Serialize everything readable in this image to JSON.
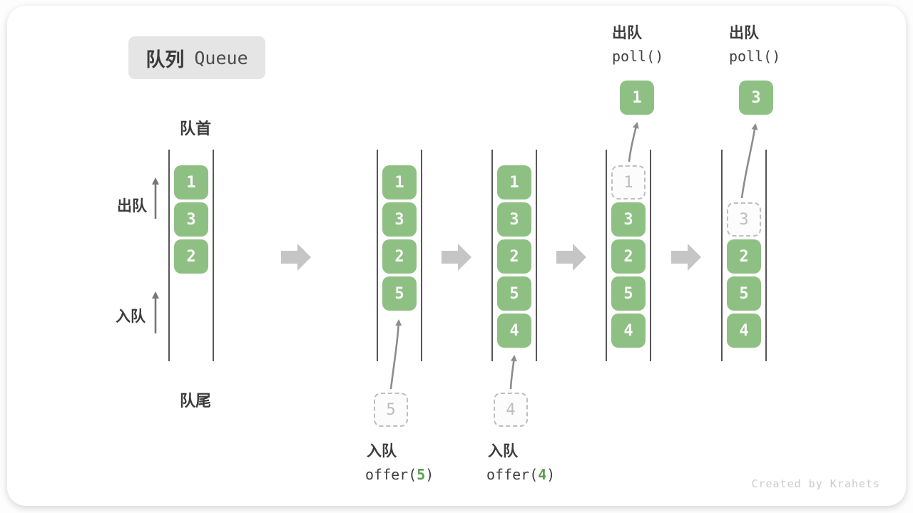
{
  "title": {
    "zh": "队列",
    "en": "Queue"
  },
  "front_label": "队首",
  "rear_label": "队尾",
  "side_labels": {
    "dequeue": "出队",
    "enqueue": "入队"
  },
  "footer_credit": "Created by Krahets",
  "icons": {
    "step": "right-block-arrow-icon",
    "flow": "up-arrow-icon"
  },
  "colors": {
    "cell_green": "#8FC083",
    "cell_text": "#FAFAFA",
    "dashed_fill": "#FCFCFC",
    "dashed_border": "#BEBEBE",
    "dashed_text": "#BDBDBD",
    "queue_line": "#565656",
    "step_arrow": "#C5C5C5",
    "flow_arrow": "#8C8C8C",
    "side_arrow": "#767676",
    "label_text": "#3C3C3C",
    "code_text": "#3F3F3F",
    "code_arg_green": "#5C9E50",
    "title_bg": "#E5E5E5",
    "footer_text": "#CBCBCB"
  },
  "states": [
    {
      "name": "initial",
      "cells": [
        {
          "value": "1",
          "row": 0,
          "style": "solid"
        },
        {
          "value": "3",
          "row": 1,
          "style": "solid"
        },
        {
          "value": "2",
          "row": 2,
          "style": "solid"
        }
      ]
    },
    {
      "name": "after-offer-5",
      "cells": [
        {
          "value": "1",
          "row": 0,
          "style": "solid"
        },
        {
          "value": "3",
          "row": 1,
          "style": "solid"
        },
        {
          "value": "2",
          "row": 2,
          "style": "solid"
        },
        {
          "value": "5",
          "row": 3,
          "style": "solid"
        }
      ],
      "incoming_value": "5",
      "op_label": {
        "zh": "入队",
        "fn": "offer(",
        "arg": "5",
        "close": ")"
      }
    },
    {
      "name": "after-offer-4",
      "cells": [
        {
          "value": "1",
          "row": 0,
          "style": "solid"
        },
        {
          "value": "3",
          "row": 1,
          "style": "solid"
        },
        {
          "value": "2",
          "row": 2,
          "style": "solid"
        },
        {
          "value": "5",
          "row": 3,
          "style": "solid"
        },
        {
          "value": "4",
          "row": 4,
          "style": "solid"
        }
      ],
      "incoming_value": "4",
      "op_label": {
        "zh": "入队",
        "fn": "offer(",
        "arg": "4",
        "close": ")"
      }
    },
    {
      "name": "after-poll-1",
      "cells": [
        {
          "value": "1",
          "row": 0,
          "style": "dashed"
        },
        {
          "value": "3",
          "row": 1,
          "style": "solid"
        },
        {
          "value": "2",
          "row": 2,
          "style": "solid"
        },
        {
          "value": "5",
          "row": 3,
          "style": "solid"
        },
        {
          "value": "4",
          "row": 4,
          "style": "solid"
        }
      ],
      "outgoing_value": "1",
      "top_label": {
        "zh": "出队",
        "code": "poll()"
      }
    },
    {
      "name": "after-poll-3",
      "cells": [
        {
          "value": "3",
          "row": 1,
          "style": "dashed"
        },
        {
          "value": "2",
          "row": 2,
          "style": "solid"
        },
        {
          "value": "5",
          "row": 3,
          "style": "solid"
        },
        {
          "value": "4",
          "row": 4,
          "style": "solid"
        }
      ],
      "outgoing_value": "3",
      "top_label": {
        "zh": "出队",
        "code": "poll()"
      }
    }
  ]
}
